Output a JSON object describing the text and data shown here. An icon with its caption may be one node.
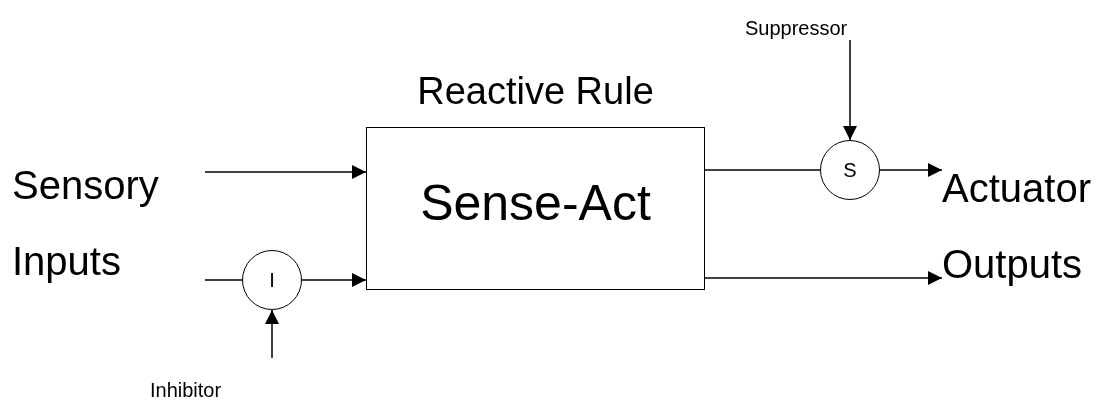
{
  "diagram": {
    "nodes": [
      {
        "text": [
          "Reactive Rule",
          "Sense-Act"
        ]
      },
      {
        "text": [
          "Sensory Inputs"
        ]
      },
      {
        "text": [
          "I"
        ]
      },
      {
        "text": [
          "Inhibitor"
        ]
      },
      {
        "text": [
          "S"
        ]
      },
      {
        "text": [
          "Actuator Outputs"
        ]
      },
      {
        "text": [
          "Suppressor"
        ]
      }
    ],
    "edges": [
      {
        "from": 1,
        "to": 0,
        "arrow": "to"
      },
      {
        "from": 1,
        "to": 2,
        "arrow": "none"
      },
      {
        "from": 2,
        "to": 0,
        "arrow": "to"
      },
      {
        "from": 3,
        "to": 2,
        "arrow": "to"
      },
      {
        "from": 0,
        "to": 4,
        "arrow": "none"
      },
      {
        "from": 4,
        "to": 5,
        "arrow": "to"
      },
      {
        "from": 6,
        "to": 4,
        "arrow": "to"
      },
      {
        "from": 0,
        "to": 5,
        "arrow": "to"
      }
    ]
  }
}
